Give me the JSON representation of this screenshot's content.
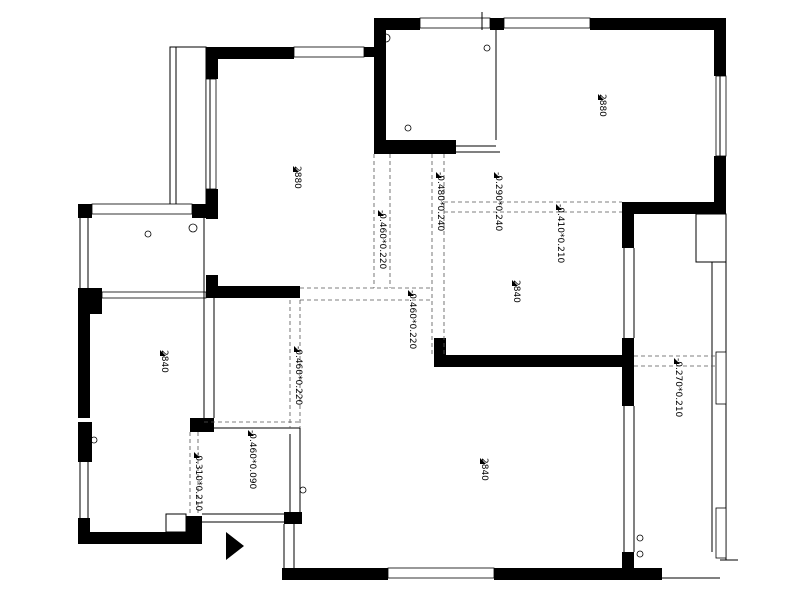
{
  "elevation_marks": [
    {
      "id": "room-upper-left",
      "text": "2880"
    },
    {
      "id": "room-upper-right",
      "text": "2880"
    },
    {
      "id": "room-center-right",
      "text": "2840"
    },
    {
      "id": "room-left-mid",
      "text": "2840"
    },
    {
      "id": "room-living",
      "text": "2840"
    }
  ],
  "beam_labels": [
    {
      "id": "beam-1",
      "text": "-0.460*0.220"
    },
    {
      "id": "beam-2",
      "text": "-0.480*0.240"
    },
    {
      "id": "beam-3",
      "text": "-0.290*0.240"
    },
    {
      "id": "beam-4",
      "text": "-0.410*0.210"
    },
    {
      "id": "beam-5",
      "text": "-0.460*0.220"
    },
    {
      "id": "beam-6",
      "text": "-0.460*0.220"
    },
    {
      "id": "beam-7",
      "text": "-0.270*0.210"
    },
    {
      "id": "beam-8",
      "text": "-0.460*0.090"
    },
    {
      "id": "beam-9",
      "text": "-0.310*0.210"
    }
  ],
  "colors": {
    "wall": "#000000",
    "background": "#ffffff"
  },
  "icons": [
    "elevation-marker-icon",
    "entry-arrow-icon"
  ]
}
